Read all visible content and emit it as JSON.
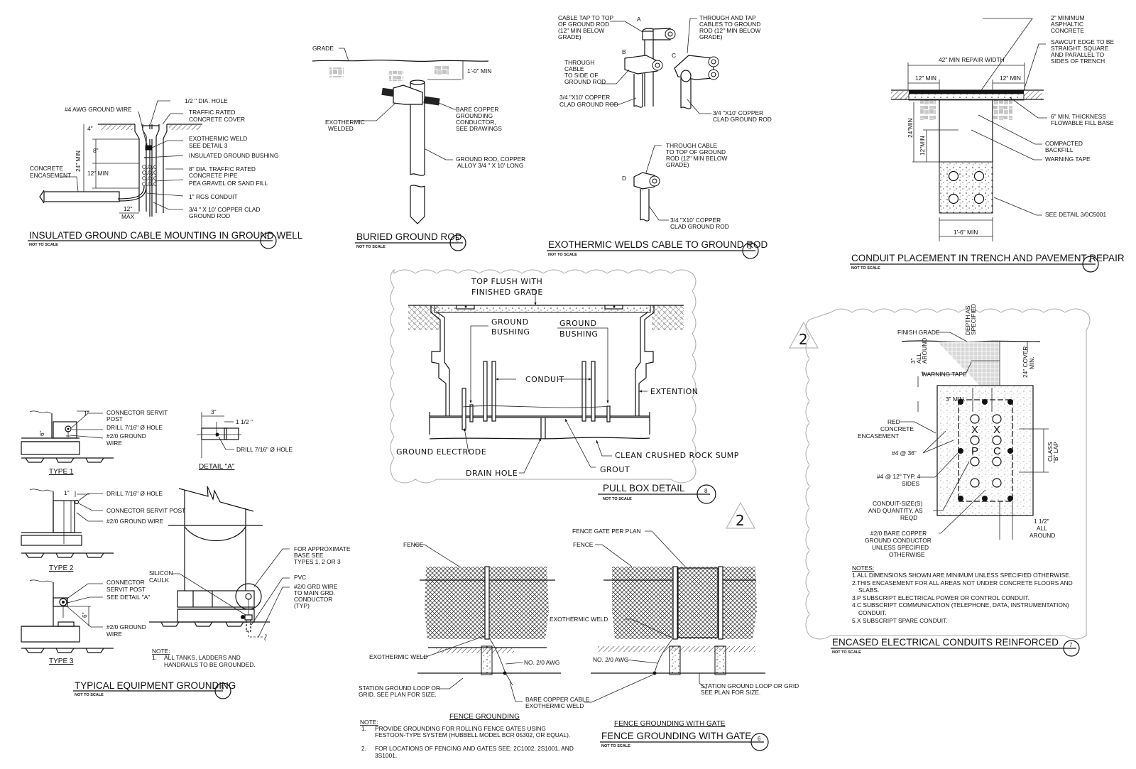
{
  "sheet": {
    "not_to_scale": "NOT TO SCALE",
    "revision_mark": "2"
  },
  "detail1": {
    "title": "INSULATED GROUND CABLE MOUNTING IN GROUND WELL",
    "number": "1",
    "labels": {
      "hole": "1/2 \" DIA. HOLE",
      "wire": "#4 AWG GROUND WIRE",
      "cover1": "TRAFFIC RATED",
      "cover2": "CONCRETE COVER",
      "weld1": "EXOTHERMIC WELD",
      "weld2": "SEE DETAIL 3",
      "bushing": "INSULATED GROUND BUSHING",
      "pipe1": "8\" DIA. TRAFFIC RATED",
      "pipe2": "CONCRETE PIPE",
      "gravel": "PEA GRAVEL OR SAND FILL",
      "conduit": "1\" RGS CONDUIT",
      "rod1": "3/4 \" X 10' COPPER CLAD",
      "rod2": "GROUND ROD",
      "enc1": "CONCRETE",
      "enc2": "ENCASEMENT",
      "dim4": "4\"",
      "dim8": "8\"",
      "dim12": "12\" MIN",
      "dim24": "24\" MIN",
      "dim12max1": "12\"",
      "dim12max2": "MAX"
    }
  },
  "detail2": {
    "title": "BURIED GROUND ROD",
    "number": "2",
    "labels": {
      "grade": "GRADE",
      "min": "1'-0\" MIN",
      "cond1": "BARE COPPER",
      "cond2": "GROUNDING",
      "cond3": "CONDUCTOR,",
      "cond4": "SEE DRAWINGS",
      "exo1": "EXOTHERMIC",
      "exo2": "WELDED",
      "rod1": "GROUND ROD, COPPER",
      "rod2": "ALLOY  3/4 \" X 10' LONG"
    }
  },
  "detail3": {
    "title": "EXOTHERMIC WELDS CABLE TO GROUND ROD",
    "number": "3",
    "labels": {
      "A": "A",
      "B": "B",
      "C": "C",
      "D": "D",
      "a1": "CABLE TAP TO TOP",
      "a2": "OF GROUND ROD",
      "a3": "(12\" MIN BELOW",
      "a4": "GRADE)",
      "b1": "THROUGH",
      "b2": "CABLE",
      "b3": "TO SIDE OF",
      "b4": "GROUND ROD",
      "r1": "3/4 \"X10' COPPER",
      "r2": "CLAD GROUND ROD",
      "c1": "THROUGH AND TAP",
      "c2": "CABLES TO GROUND",
      "c3": "ROD (12\" MIN BELOW",
      "c4": "GRADE)",
      "d1": "THROUGH CABLE",
      "d2": "TO TOP OF GROUND",
      "d3": "ROD (12\" MIN BELOW",
      "d4": "GRADE)"
    }
  },
  "detail4": {
    "title": "CONDUIT PLACEMENT IN TRENCH AND PAVEMENT REPAIR",
    "number": "4",
    "labels": {
      "asph1": "2\" MINIMUM",
      "asph2": "ASPHALTIC",
      "asph3": "CONCRETE",
      "saw1": "SAWCUT EDGE TO BE",
      "saw2": "STRAIGHT, SQUARE",
      "saw3": "AND PARALLEL TO",
      "saw4": "SIDES OF TRENCH",
      "width": "42\" MIN REPAIR WIDTH",
      "min12a": "12\" MIN",
      "min12b": "12\" MIN",
      "fill1": "6\" MIN. THICKNESS",
      "fill2": "FLOWABLE FILL BASE",
      "back1": "COMPACTED",
      "back2": "BACKFILL",
      "tape": "WARNING TAPE",
      "see": "SEE DETAIL 3/0C5001",
      "d24": "24\"MIN",
      "d12": "12\"MIN",
      "w": "1'-6\" MIN"
    }
  },
  "detail5": {
    "title": "TYPICAL EQUIPMENT GROUNDING",
    "number": "5",
    "type1": "TYPE 1",
    "type2": "TYPE 2",
    "type3": "TYPE 3",
    "detailA": "DETAIL \"A\"",
    "labels": {
      "t1_dim": "1\"",
      "t1_post1": "CONNECTOR SERVIT",
      "t1_post2": "POST",
      "t1_drill": "DRILL  7/16\" Ø  HOLE",
      "t1_wire1": "#2/0 GROUND",
      "t1_wire2": "WIRE",
      "t1_h": "6\"",
      "a_3": "3\"",
      "a_15": "1 1/2 \"",
      "a_drill": "DRILL  7/16\" Ø HOLE",
      "t2_dim": "1\"",
      "t2_drill": "DRILL  7/16\" Ø  HOLE",
      "t2_post": "CONNECTOR SERVIT POST",
      "t2_wire": "#2/0 GROUND WIRE",
      "t3_post1": "CONNECTOR",
      "t3_post2": "SERVIT POST",
      "t3_see": "SEE DETAIL \"A\"",
      "t3_wire1": "#2/0 GROUND",
      "t3_wire2": "WIRE",
      "t3_h": "6\"",
      "tank_caulk1": "SILICON",
      "tank_caulk2": "CAULK",
      "tank_base1": "FOR APPROXIMATE",
      "tank_base2": "BASE SEE",
      "tank_base3": "TYPES 1, 2 OR 3",
      "tank_pvc": "PVC",
      "tank_grd1": "#2/0 GRD WIRE",
      "tank_grd2": "TO MAIN GRD.",
      "tank_grd3": "CONDUCTOR",
      "tank_grd4": "(TYP)",
      "note_h": "NOTE:",
      "note_n": "1.",
      "note1": "ALL TANKS, LADDERS AND",
      "note2": "HANDRAILS TO BE GROUNDED."
    }
  },
  "detail6": {
    "title": "FENCE GROUNDING WITH GATE",
    "number": "6",
    "sub_left": "FENCE GROUNDING",
    "sub_right": "FENCE GROUNDING WITH GATE",
    "labels": {
      "fence": "FENCE",
      "gate": "FENCE GATE PER PLAN",
      "exo": "EXOTHERMIC WELD",
      "awg": "NO. 2/0 AWG",
      "loop1": "STATION GROUND LOOP OR",
      "loop2": "GRID. SEE PLAN FOR SIZE.",
      "bare1": "BARE COPPER CABLE",
      "bare2": "EXOTHERMIC WELD",
      "loopR1": "STATION GROUND LOOP OR GRID",
      "loopR2": "SEE PLAN FOR SIZE."
    },
    "notes": {
      "heading": "NOTE:",
      "n1_num": "1.",
      "n1a": "PROVIDE GROUNDING FOR ROLLING FENCE GATES USING",
      "n1b": "FESTOON-TYPE SYSTEM (HUBBELL MODEL BCR 05302, OR EQUAL).",
      "n2_num": "2.",
      "n2a": "FOR LOCATIONS OF FENCING AND GATES SEE: 2C1002, 2S1001, AND",
      "n2b": "3S1001."
    }
  },
  "detail7": {
    "title": "ENCASED ELECTRICAL CONDUITS REINFORCED",
    "number": "7",
    "labels": {
      "finish": "FINISH GRADE",
      "depth1": "DEPTH AS",
      "depth2": "SPECIFIED",
      "all1": "3\"",
      "all2": "ALL",
      "all3": "AROUND",
      "cover1": "24\" COVER",
      "cover2": "MIN.",
      "tape": "WARNING TAPE",
      "min3": "3\" MIN.",
      "red1": "RED",
      "red2": "CONCRETE",
      "red3": "ENCASEMENT",
      "r36": "#4 @ 36\"",
      "r12a": "#4 @ 12\" TYP. 4",
      "r12b": "SIDES",
      "lap1": "CLASS",
      "lap2": "\"B\" LAP",
      "cs1": "CONDUIT-SIZE(S)",
      "cs2": "AND QUANTITY, AS",
      "cs3": "REQD",
      "gc1": "#2/0 BARE COPPER",
      "gc2": "GROUND CONDUCTOR",
      "gc3": "UNLESS SPECIFIED",
      "gc4": "OTHERWISE",
      "aa1": "1 1/2\"",
      "aa2": "ALL",
      "aa3": "AROUND",
      "X": "X",
      "P": "P",
      "C": "C"
    },
    "notes": {
      "heading": "NOTES:",
      "n1": "1.ALL DIMENSIONS SHOWN ARE MINIMUM UNLESS SPECIFIED OTHERWISE.",
      "n2a": "2.THIS ENCASEMENT FOR ALL AREAS NOT UNDER CONCRETE FLOORS AND",
      "n2b": "SLABS.",
      "n3": "3.P SUBSCRIPT ELECTRICAL POWER OR CONTROL CONDUIT.",
      "n4a": "4.C SUBSCRIPT COMMUNICATION (TELEPHONE, DATA, INSTRUMENTATION)",
      "n4b": "CONDUIT.",
      "n5": "5.X SUBSCRIPT SPARE CONDUIT."
    }
  },
  "detail8": {
    "title": "PULL BOX DETAIL",
    "number": "8",
    "labels": {
      "top1": "TOP  FLUSH  WITH",
      "top2": "FINISHED  GRADE",
      "gb1a": "GROUND",
      "gb1b": "BUSHING",
      "gb2a": "GROUND",
      "gb2b": "BUSHING",
      "conduit": "CONDUIT",
      "ext": "EXTENTION",
      "electrode": "GROUND  ELECTRODE",
      "sump": "CLEAN  CRUSHED  ROCK  SUMP",
      "grout": "GROUT",
      "drain": "DRAIN  HOLE"
    }
  }
}
